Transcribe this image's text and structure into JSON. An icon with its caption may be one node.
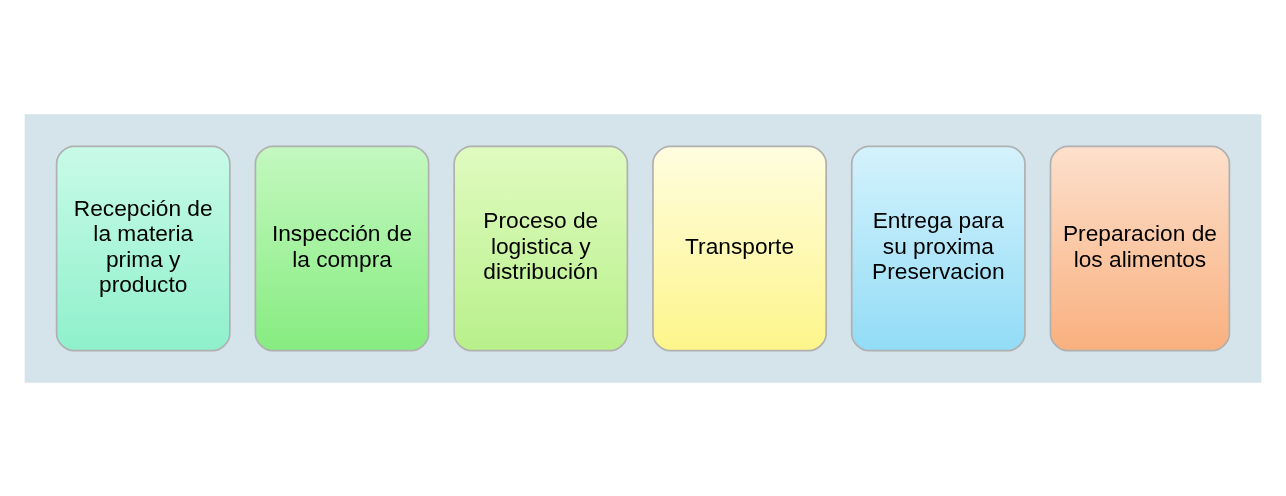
{
  "diagram": {
    "nodes": [
      {
        "text": [],
        "shape": "arrow"
      },
      {
        "text": [
          "Recepción de la materia prima y producto"
        ],
        "in": 0
      },
      {
        "text": [
          "Inspección de la compra"
        ],
        "in": 0
      },
      {
        "text": [
          "Proceso de logistica y distribución"
        ],
        "in": 0
      },
      {
        "text": [
          "Transporte"
        ],
        "in": 0
      },
      {
        "text": [
          "Entrega para su proxima Preservacion"
        ],
        "in": 0
      },
      {
        "text": [
          "Preparacion de los alimentos"
        ],
        "in": 0
      }
    ],
    "edges": []
  }
}
